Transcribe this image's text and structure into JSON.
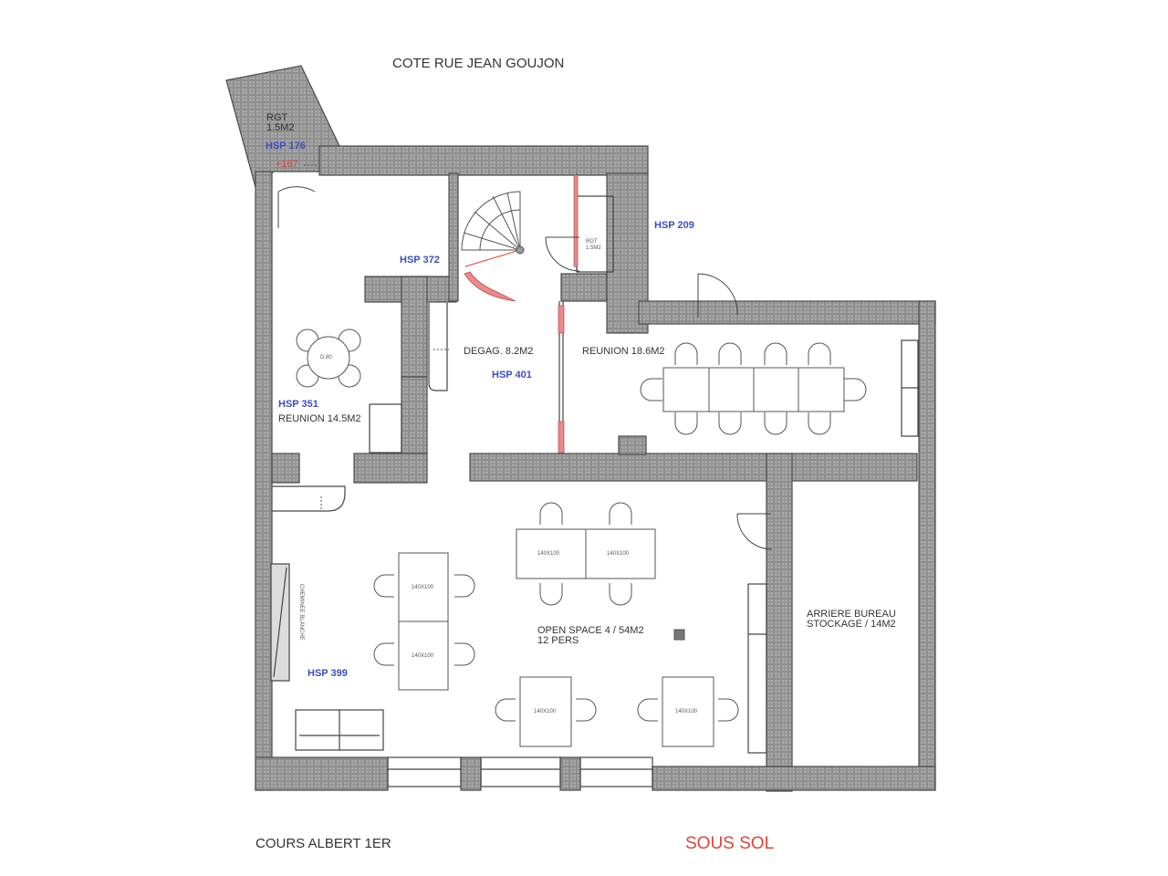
{
  "plan": {
    "street_top": "COTE RUE JEAN GOUJON",
    "street_bottom": "COURS ALBERT 1ER",
    "floor_name": "SOUS SOL",
    "colors": {
      "wall_fill": "#8c8c8c",
      "wall_stroke": "#4a4a4a",
      "hsp_text": "#3b4fb8",
      "floor_label": "#d9453a",
      "accent_red": "#e88a8a",
      "line": "#555555"
    },
    "rooms": [
      {
        "id": "rgt-1",
        "name": "RGT",
        "area": "1.5M2",
        "hsp": "HSP 176",
        "elevation": "+167"
      },
      {
        "id": "hall-372",
        "hsp": "HSP 372"
      },
      {
        "id": "rgt-2",
        "name": "RGT",
        "area": "1.5M2"
      },
      {
        "id": "ext-209",
        "hsp": "HSP 209"
      },
      {
        "id": "reunion-14",
        "name": "REUNION 14.5M2",
        "hsp": "HSP 351",
        "table": "D.80"
      },
      {
        "id": "degag",
        "name": "DEGAG. 8.2M2",
        "hsp": "HSP 401"
      },
      {
        "id": "reunion-18",
        "name": "REUNION 18.6M2"
      },
      {
        "id": "open-space",
        "name": "OPEN SPACE 4 / 54M2",
        "capacity": "12 PERS",
        "hsp": "HSP 399",
        "board": "CHEMINEE BLANCHE"
      },
      {
        "id": "arriere",
        "name": "ARRIERE BUREAU",
        "subtitle": "STOCKAGE / 14M2"
      }
    ],
    "desks": [
      {
        "label": "140X100"
      },
      {
        "label": "140X100"
      },
      {
        "label": "140X100"
      },
      {
        "label": "140X100"
      },
      {
        "label": "140X100"
      },
      {
        "label": "140X100"
      }
    ]
  }
}
